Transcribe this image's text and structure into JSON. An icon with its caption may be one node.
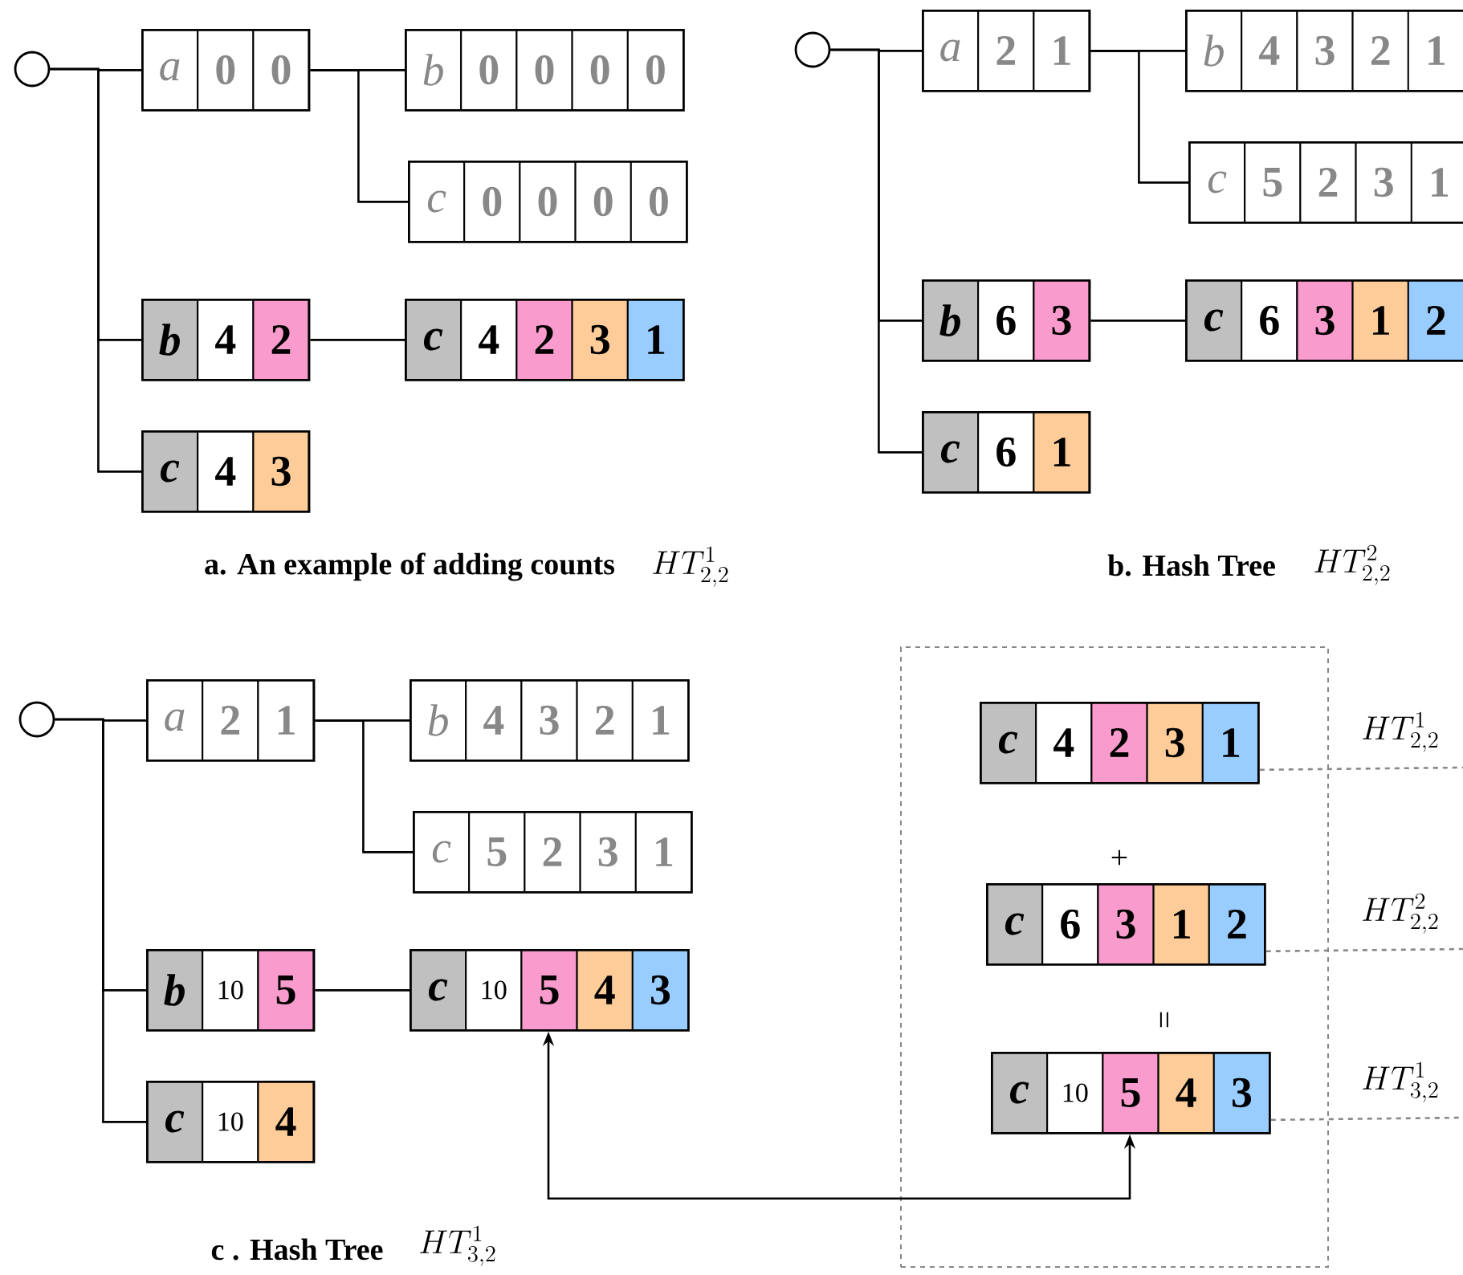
{
  "diagram": {
    "nodes": [
      {
        "text": [],
        "shape": "circle"
      },
      {
        "text": [
          "a",
          "0",
          "0"
        ]
      },
      {
        "text": [
          "b",
          "0",
          "0",
          "0",
          "0"
        ]
      },
      {
        "text": [
          "c",
          "0",
          "0",
          "0",
          "0"
        ]
      },
      {
        "text": [
          "b",
          "4",
          "2"
        ]
      },
      {
        "text": [
          "c",
          "4",
          "2",
          "3",
          "1"
        ]
      },
      {
        "text": [
          "c",
          "4",
          "3"
        ]
      },
      {
        "text": [],
        "shape": "circle"
      },
      {
        "text": [
          "a",
          "2",
          "1"
        ]
      },
      {
        "text": [
          "b",
          "4",
          "3",
          "2",
          "1"
        ]
      },
      {
        "text": [
          "c",
          "5",
          "2",
          "3",
          "1"
        ]
      },
      {
        "text": [
          "b",
          "6",
          "3"
        ]
      },
      {
        "text": [
          "c",
          "6",
          "3",
          "1",
          "2"
        ]
      },
      {
        "text": [
          "c",
          "6",
          "1"
        ]
      },
      {
        "text": [],
        "shape": "circle"
      },
      {
        "text": [
          "a",
          "2",
          "1"
        ]
      },
      {
        "text": [
          "b",
          "4",
          "3",
          "2",
          "1"
        ]
      },
      {
        "text": [
          "c",
          "5",
          "2",
          "3",
          "1"
        ]
      },
      {
        "text": [
          "b",
          "10",
          "5"
        ]
      },
      {
        "text": [
          "c",
          "10",
          "5",
          "4",
          "3"
        ]
      },
      {
        "text": [
          "c",
          "10",
          "4"
        ]
      },
      {
        "text": [],
        "shape": "box"
      },
      {
        "text": [
          "c",
          "4",
          "2",
          "3",
          "1"
        ],
        "in": 21
      },
      {
        "text": [
          "c",
          "6",
          "3",
          "1",
          "2"
        ],
        "in": 21
      },
      {
        "text": [
          "c",
          "10",
          "5",
          "4",
          "3"
        ],
        "in": 21
      }
    ],
    "edges": [
      {
        "from": 0,
        "to": 1,
        "arrow": "none"
      },
      {
        "from": 0,
        "to": 4,
        "arrow": "none"
      },
      {
        "from": 0,
        "to": 6,
        "arrow": "none"
      },
      {
        "from": 1,
        "to": 2,
        "arrow": "none"
      },
      {
        "from": 1,
        "to": 3,
        "arrow": "none"
      },
      {
        "from": 4,
        "to": 5,
        "arrow": "none"
      },
      {
        "from": 7,
        "to": 8,
        "arrow": "none"
      },
      {
        "from": 7,
        "to": 11,
        "arrow": "none"
      },
      {
        "from": 7,
        "to": 13,
        "arrow": "none"
      },
      {
        "from": 8,
        "to": 9,
        "arrow": "none"
      },
      {
        "from": 8,
        "to": 10,
        "arrow": "none"
      },
      {
        "from": 11,
        "to": 12,
        "arrow": "none"
      },
      {
        "from": 14,
        "to": 15,
        "arrow": "none"
      },
      {
        "from": 14,
        "to": 18,
        "arrow": "none"
      },
      {
        "from": 14,
        "to": 20,
        "arrow": "none"
      },
      {
        "from": 15,
        "to": 16,
        "arrow": "none"
      },
      {
        "from": 15,
        "to": 17,
        "arrow": "none"
      },
      {
        "from": 18,
        "to": 19,
        "arrow": "none"
      },
      {
        "from": 24,
        "to": 19,
        "arrow": "both"
      },
      {
        "from": 22,
        "to": null,
        "arrow": "none",
        "style": "dashed",
        "color": "#888888",
        "label": "HT^{1}_{2,2}"
      },
      {
        "from": 23,
        "to": null,
        "arrow": "none",
        "style": "dashed",
        "color": "#888888",
        "label": "HT^{2}_{2,2}"
      },
      {
        "from": 24,
        "to": null,
        "arrow": "none",
        "style": "dashed",
        "color": "#888888",
        "label": "HT^{1}_{3,2}"
      }
    ],
    "labels": [
      "a. An example of adding counts",
      "HT^{1}_{2,2}",
      "b. Hash Tree",
      "HT^{2}_{2,2}",
      "c . Hash Tree",
      "HT^{1}_{3,2}",
      "+",
      "="
    ]
  }
}
